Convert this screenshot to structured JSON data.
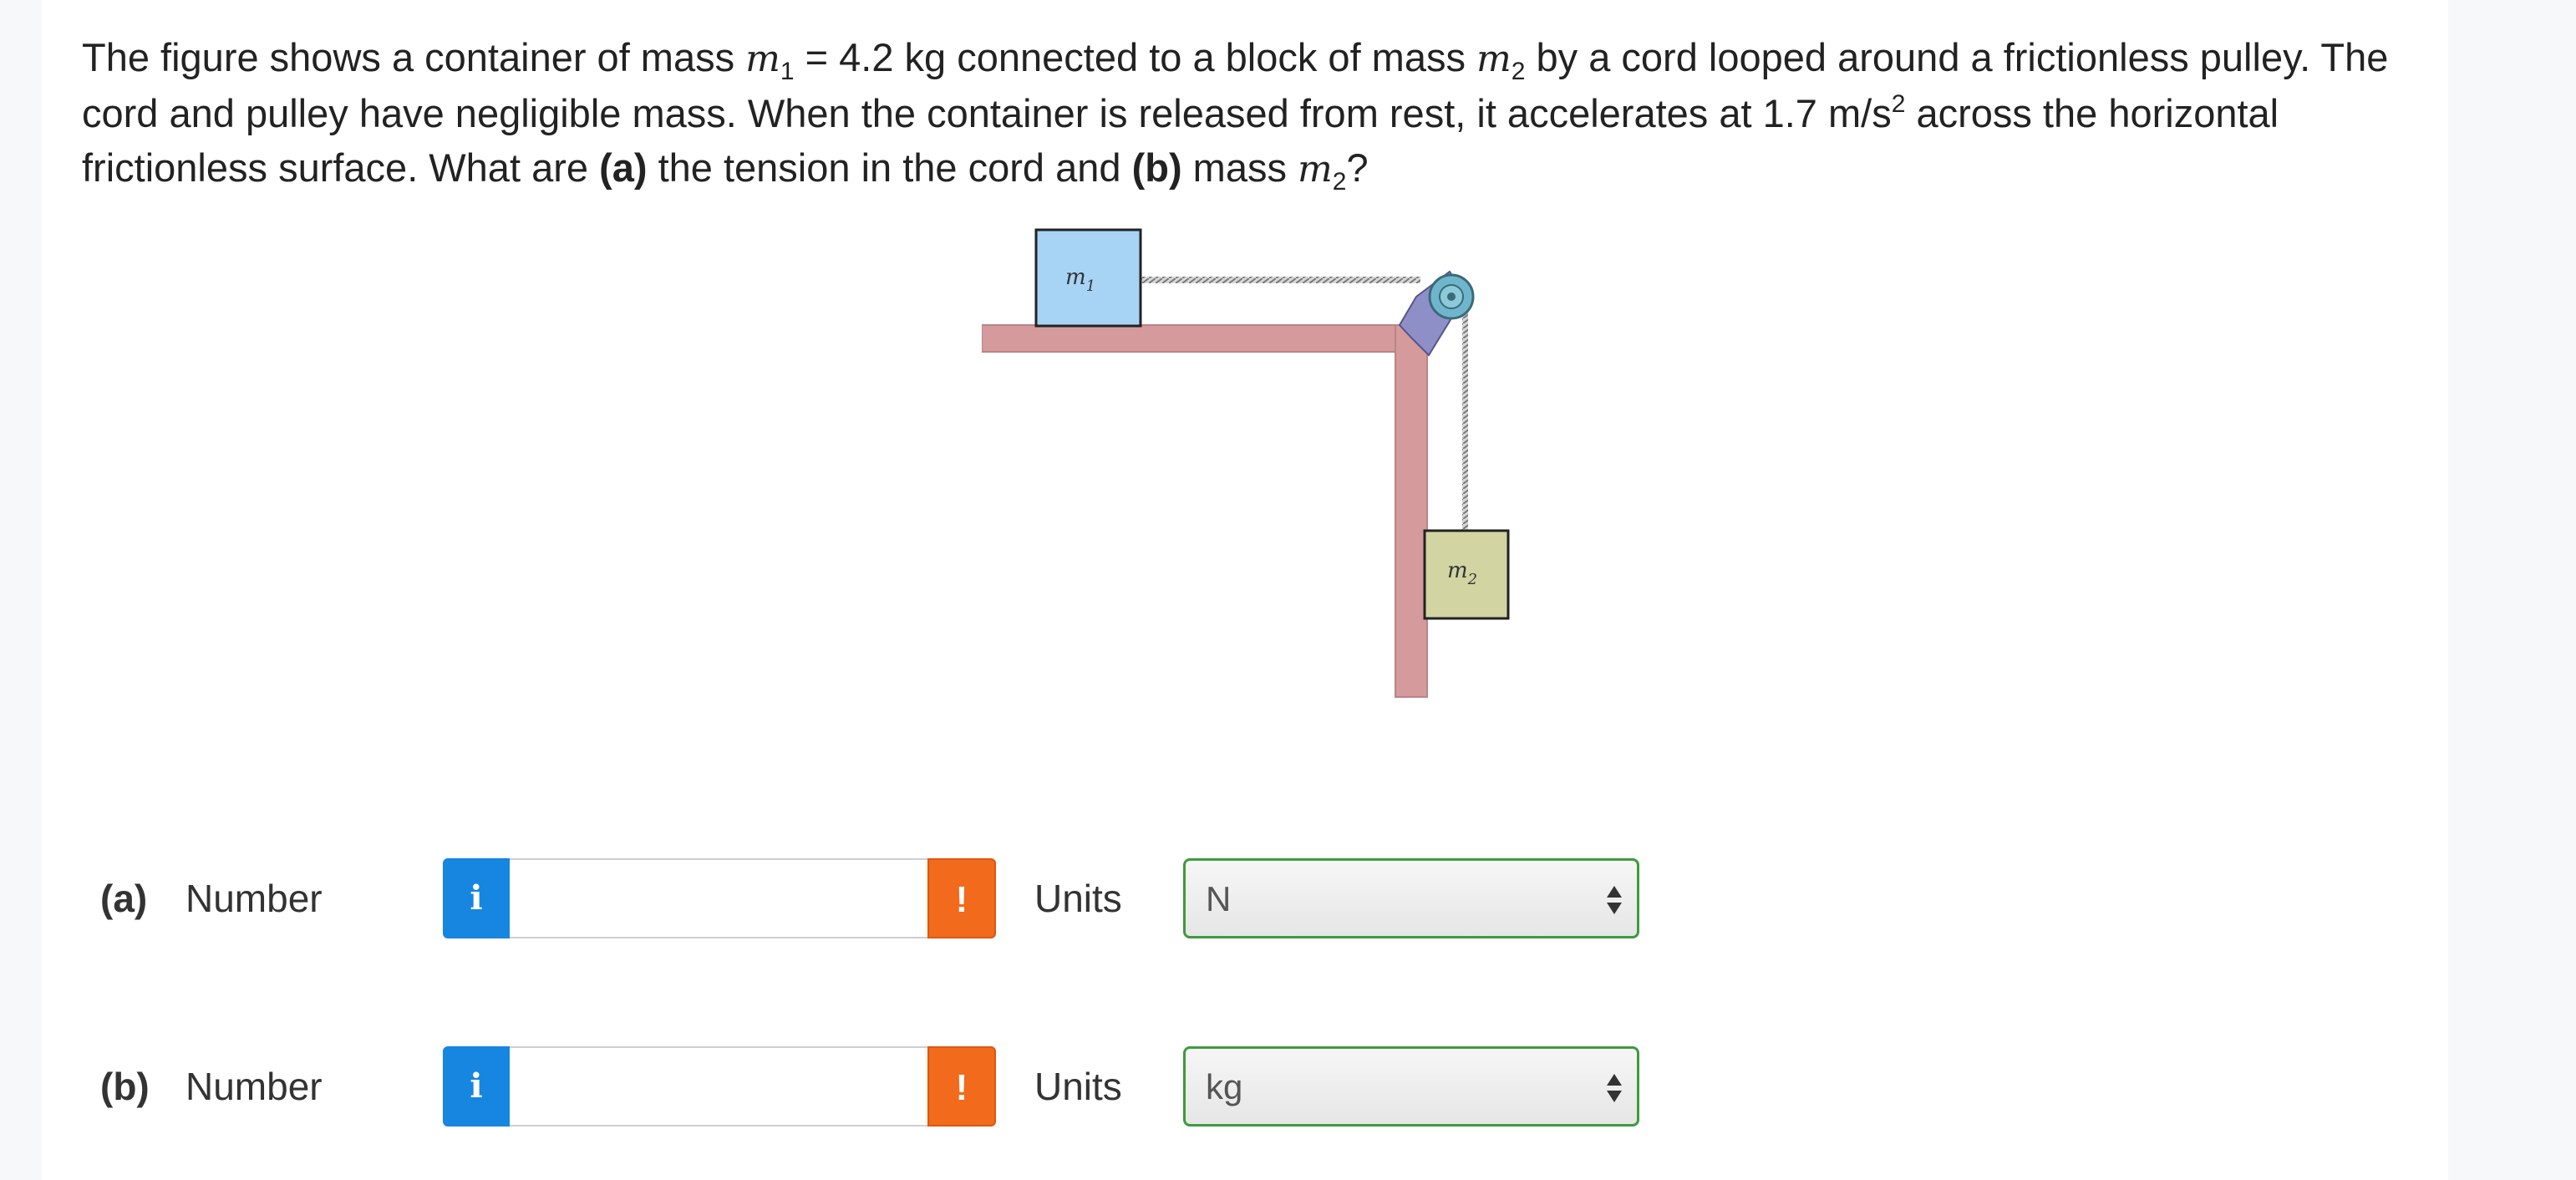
{
  "question": {
    "p1": "The figure shows a container of mass ",
    "m1_var": "m",
    "m1_sub": "1",
    "p2": " = 4.2 kg connected to a block of mass ",
    "m2_var": "m",
    "m2_sub": "2",
    "p3": " by a cord looped around a frictionless pulley. The cord and pulley have negligible mass. When the container is released from rest, it accelerates at 1.7 m/s",
    "sq": "2",
    "p4": " across the horizontal frictionless surface. What are ",
    "a_tag": "(a)",
    "p5": " the tension in the cord and ",
    "b_tag": "(b)",
    "p6": " mass ",
    "m2b_var": "m",
    "m2b_sub": "2",
    "p7": "?"
  },
  "figure": {
    "m1_label": "m",
    "m1_sub": "1",
    "m2_label": "m",
    "m2_sub": "2",
    "colors": {
      "block1": "#a7d3f5",
      "block2": "#d2d4a2",
      "table": "#d49a9c",
      "pulley_bracket": "#8f8fc8",
      "pulley": "#6fb6cc",
      "cord": "#888888"
    }
  },
  "answers": [
    {
      "part": "(a)",
      "number_label": "Number",
      "info_icon": "i",
      "warn_icon": "!",
      "value": "",
      "units_label": "Units",
      "unit_selected": "N"
    },
    {
      "part": "(b)",
      "number_label": "Number",
      "info_icon": "i",
      "warn_icon": "!",
      "value": "",
      "units_label": "Units",
      "unit_selected": "kg"
    }
  ],
  "colors": {
    "info": "#1686e0",
    "warn": "#f26a1b",
    "select_border": "#3f9a3f"
  }
}
